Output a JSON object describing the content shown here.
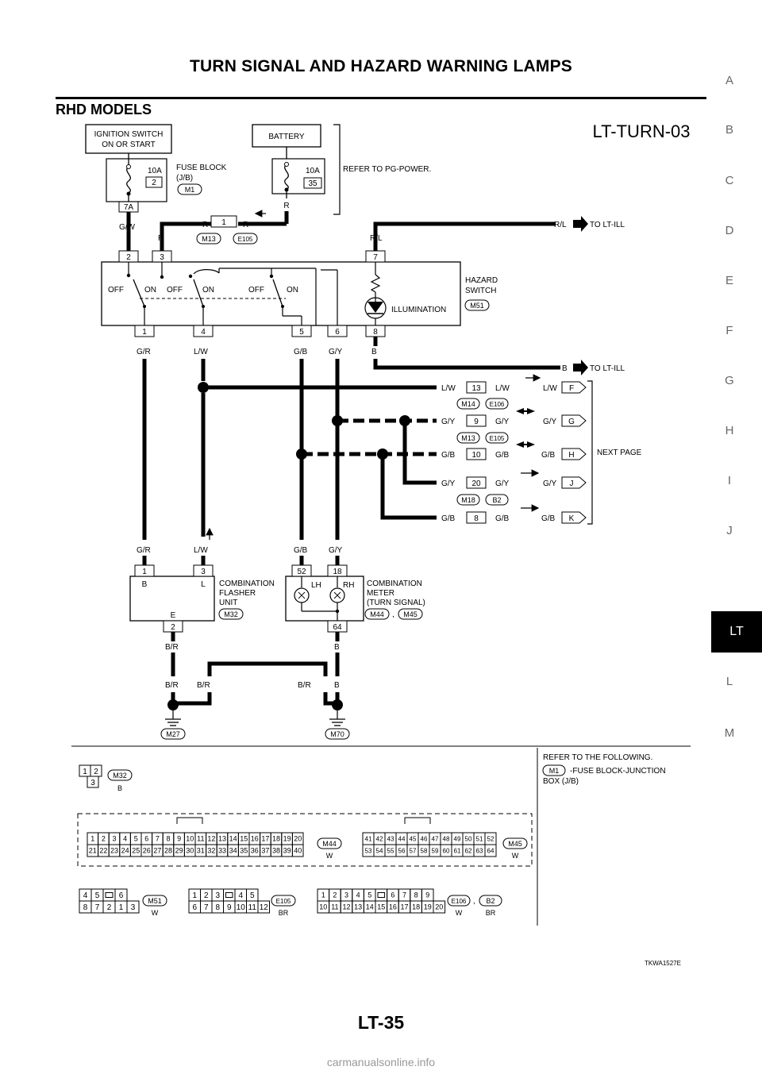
{
  "header": {
    "title": "TURN SIGNAL AND HAZARD WARNING LAMPS",
    "section": "RHD MODELS"
  },
  "side_tabs": [
    "A",
    "B",
    "C",
    "D",
    "E",
    "F",
    "G",
    "H",
    "I",
    "J",
    "LT",
    "L",
    "M"
  ],
  "side_tab_active": "LT",
  "page_number": "LT-35",
  "image_code": "TKWA1527E",
  "footer_watermark": "carmanualsonline.info",
  "diagram": {
    "code": "LT-TURN-03",
    "ignition": [
      "IGNITION SWITCH",
      "ON OR START"
    ],
    "battery": "BATTERY",
    "fuse1": {
      "amp": "10A",
      "num": "2",
      "term": "7A"
    },
    "fuse2": {
      "amp": "10A",
      "num": "35"
    },
    "fuse_block": [
      "FUSE BLOCK",
      "(J/B)"
    ],
    "refer_power": "REFER TO PG-POWER.",
    "hazard_switch": [
      "HAZARD",
      "SWITCH"
    ],
    "illumination": "ILLUMINATION",
    "to_lt_ill": "TO LT-ILL",
    "next_page": "NEXT PAGE",
    "flasher": [
      "COMBINATION",
      "FLASHER",
      "UNIT"
    ],
    "meter": [
      "COMBINATION",
      "METER",
      "(TURN SIGNAL)"
    ],
    "lh": "LH",
    "rh": "RH",
    "off": "OFF",
    "on": "ON",
    "conn": {
      "M1": "M1",
      "M13": "M13",
      "E105": "E105",
      "M51": "M51",
      "M14": "M14",
      "E106": "E106",
      "M18": "M18",
      "B2": "B2",
      "M32": "M32",
      "M44": "M44",
      "M45": "M45",
      "M27": "M27",
      "M70": "M70"
    },
    "wires": {
      "gw": "G/W",
      "r": "R",
      "rl": "R/L",
      "gr": "G/R",
      "lw": "L/W",
      "gb": "G/B",
      "gy": "G/Y",
      "b": "B",
      "br": "B/R"
    },
    "pins": {
      "p1": "1",
      "p2": "2",
      "p3": "3",
      "p4": "4",
      "p5": "5",
      "p6": "6",
      "p7": "7",
      "p8": "8",
      "p9": "9",
      "p10": "10",
      "p13": "13",
      "p18": "18",
      "p20": "20",
      "p52": "52",
      "p64": "64"
    },
    "letters": {
      "F": "F",
      "G": "G",
      "H": "H",
      "J": "J",
      "K": "K",
      "B": "B",
      "L": "L",
      "E": "E"
    },
    "comma": ",",
    "refer": [
      "REFER TO THE FOLLOWING.",
      "-FUSE BLOCK-JUNCTION",
      "BOX (J/B)"
    ],
    "colors": {
      "w": "W",
      "br": "BR",
      "b": "B"
    }
  },
  "connectors": {
    "m32": {
      "rows": [
        [
          "1",
          "2"
        ],
        [
          "3"
        ]
      ]
    },
    "m44": {
      "rows": [
        [
          "1",
          "2",
          "3",
          "4",
          "5",
          "6",
          "7",
          "8",
          "9",
          "10",
          "11",
          "12",
          "13",
          "14",
          "15",
          "16",
          "17",
          "18",
          "19",
          "20"
        ],
        [
          "21",
          "22",
          "23",
          "24",
          "25",
          "26",
          "27",
          "28",
          "29",
          "30",
          "31",
          "32",
          "33",
          "34",
          "35",
          "36",
          "37",
          "38",
          "39",
          "40"
        ]
      ]
    },
    "m45": {
      "rows": [
        [
          "41",
          "42",
          "43",
          "44",
          "45",
          "46",
          "47",
          "48",
          "49",
          "50",
          "51",
          "52"
        ],
        [
          "53",
          "54",
          "55",
          "56",
          "57",
          "58",
          "59",
          "60",
          "61",
          "62",
          "63",
          "64"
        ]
      ]
    },
    "m51": {
      "rows": [
        [
          "4",
          "5",
          "",
          "6"
        ],
        [
          "8",
          "7",
          "2",
          "1",
          "3"
        ]
      ]
    },
    "e105": {
      "rows": [
        [
          "1",
          "2",
          "3",
          "",
          "4",
          "5"
        ],
        [
          "6",
          "7",
          "8",
          "9",
          "10",
          "11",
          "12"
        ]
      ]
    },
    "e106": {
      "rows": [
        [
          "1",
          "2",
          "3",
          "4",
          "5",
          "",
          "6",
          "7",
          "8",
          "9"
        ],
        [
          "10",
          "11",
          "12",
          "13",
          "14",
          "15",
          "16",
          "17",
          "18",
          "19",
          "20"
        ]
      ]
    }
  }
}
